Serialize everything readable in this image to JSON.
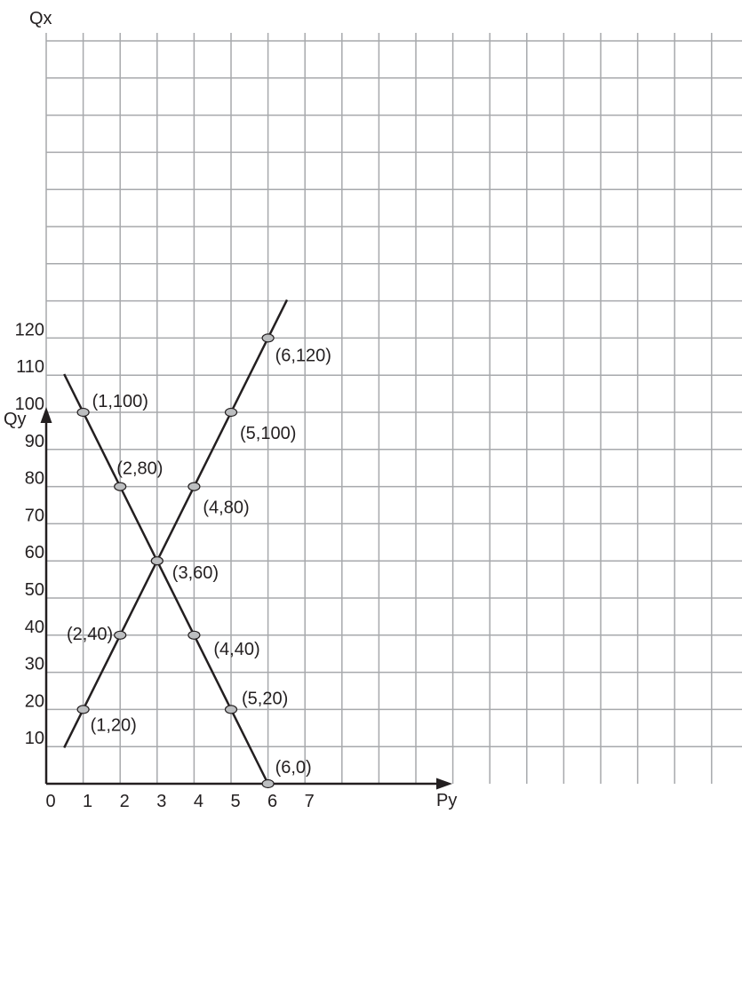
{
  "chart_data": {
    "type": "line",
    "axis_labels": {
      "top": "Qx",
      "y": "Qy",
      "x": "Py"
    },
    "x_ticks": [
      "0",
      "1",
      "2",
      "3",
      "4",
      "5",
      "6",
      "7"
    ],
    "y_ticks": [
      "10",
      "20",
      "30",
      "40",
      "50",
      "60",
      "70",
      "80",
      "90",
      "100",
      "110",
      "120"
    ],
    "grid": true,
    "series": [
      {
        "points": [
          {
            "x": 1,
            "y": 100,
            "label": "(1,100)"
          },
          {
            "x": 2,
            "y": 80,
            "label": "(2,80)"
          },
          {
            "x": 3,
            "y": 60,
            "label": "(3,60)"
          },
          {
            "x": 4,
            "y": 40,
            "label": "(4,40)"
          },
          {
            "x": 5,
            "y": 20,
            "label": "(5,20)"
          },
          {
            "x": 6,
            "y": 0,
            "label": "(6,0)"
          }
        ]
      },
      {
        "points": [
          {
            "x": 1,
            "y": 20,
            "label": "(1,20)"
          },
          {
            "x": 2,
            "y": 40,
            "label": "(2,40)"
          },
          {
            "x": 4,
            "y": 80,
            "label": "(4,80)"
          },
          {
            "x": 5,
            "y": 100,
            "label": "(5,100)"
          },
          {
            "x": 6,
            "y": 120,
            "label": "(6,120)"
          }
        ]
      }
    ]
  }
}
